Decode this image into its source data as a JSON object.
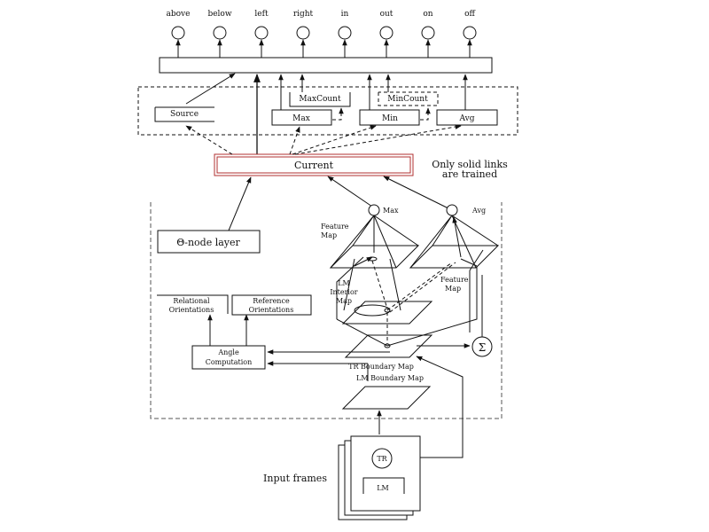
{
  "outputs": [
    "above",
    "below",
    "left",
    "right",
    "in",
    "out",
    "on",
    "off"
  ],
  "top_modules": {
    "source": "Source",
    "max": "Max",
    "max_count": "MaxCount",
    "min": "Min",
    "min_count": "MinCount",
    "avg": "Avg"
  },
  "current": "Current",
  "note": [
    "Only solid links",
    "are trained"
  ],
  "theta_layer": "Θ-node layer",
  "relational": [
    "Relational",
    "Orientations"
  ],
  "reference": [
    "Reference",
    "Orientations"
  ],
  "angle": [
    "Angle",
    "Computation"
  ],
  "feature_map_left": [
    "Feature",
    "Map"
  ],
  "feature_map_right": [
    "Feature",
    "Map"
  ],
  "max_node": "Max",
  "avg_node": "Avg",
  "lm_interior": [
    "LM",
    "Interior",
    "Map"
  ],
  "tr_boundary": "TR Boundary Map",
  "lm_boundary": "LM Boundary Map",
  "sum_symbol": "Σ",
  "input_frames": "Input frames",
  "tr": "TR",
  "lm": "LM",
  "colors": {
    "current_border": "#b03030"
  }
}
